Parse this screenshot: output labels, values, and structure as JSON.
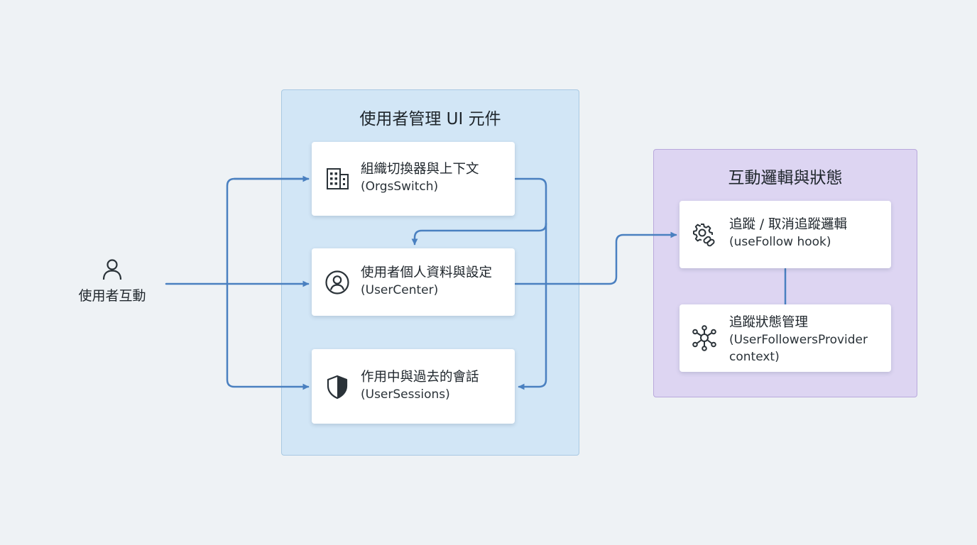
{
  "actor": {
    "icon": "user-icon",
    "label": "使用者互動"
  },
  "groups": {
    "ui": {
      "title": "使用者管理 UI 元件",
      "cards": [
        {
          "icon": "building-icon",
          "title": "組織切換器與上下文",
          "subtitle": "(OrgsSwitch)"
        },
        {
          "icon": "user-circle-icon",
          "title": "使用者個人資料與設定",
          "subtitle": "(UserCenter)"
        },
        {
          "icon": "shield-icon",
          "title": "作用中與過去的會話",
          "subtitle": "(UserSessions)"
        }
      ]
    },
    "logic": {
      "title": "互動邏輯與狀態",
      "cards": [
        {
          "icon": "gear-link-icon",
          "title": "追蹤 / 取消追蹤邏輯",
          "subtitle": "(useFollow hook)"
        },
        {
          "icon": "network-icon",
          "title": "追蹤狀態管理",
          "subtitle_line1": "(UserFollowersProvider",
          "subtitle_line2": "context)"
        }
      ]
    }
  },
  "colors": {
    "background": "#eef2f5",
    "ui_group": "#d2e6f6",
    "logic_group": "#ddd5f2",
    "connector": "#4a80c0",
    "card": "#ffffff"
  }
}
